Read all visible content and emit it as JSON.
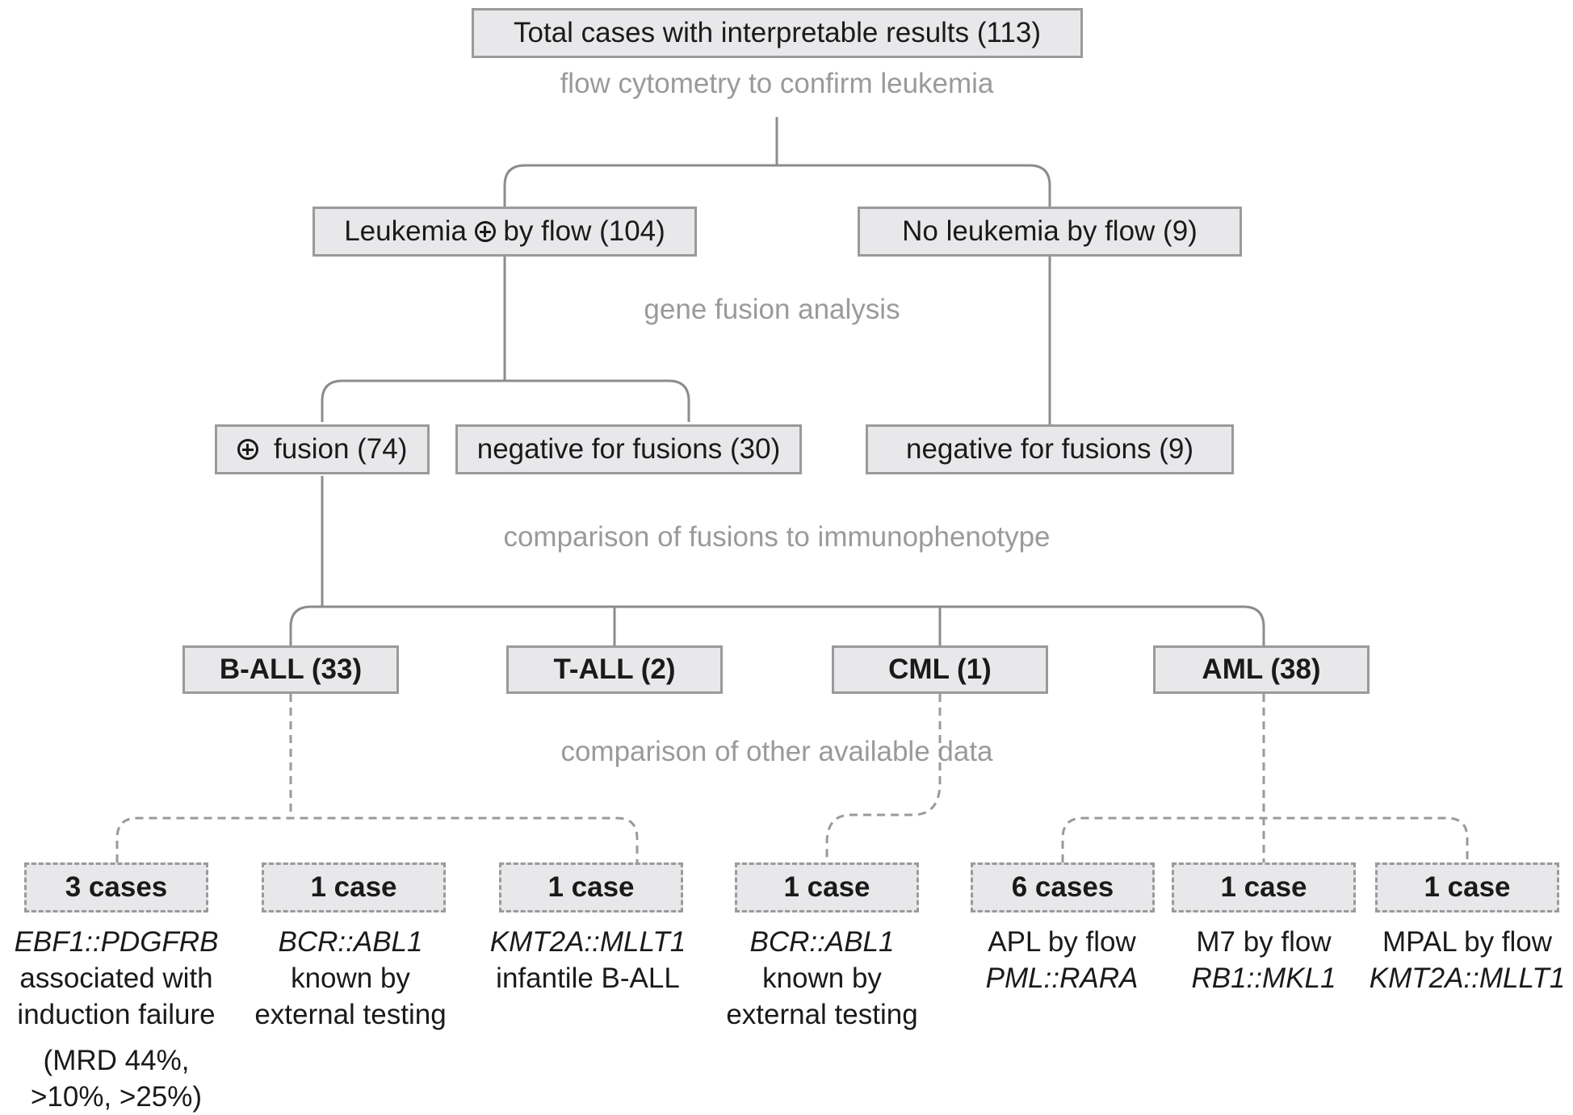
{
  "top": {
    "label": "Total cases with interpretable results (113)"
  },
  "steps": {
    "flow": "flow cytometry to confirm leukemia",
    "fusion": "gene fusion analysis",
    "immuno": "comparison of fusions to immunophenotype",
    "other": "comparison of other available data"
  },
  "level1": {
    "leukemia_pre": "Leukemia",
    "leukemia_post": "by flow (104)",
    "no_leukemia": "No leukemia by flow (9)"
  },
  "level2": {
    "fusion_post": "fusion (74)",
    "neg30": "negative for fusions (30)",
    "neg9": "negative for fusions (9)"
  },
  "level3": {
    "ball": "B-ALL (33)",
    "tall": "T-ALL (2)",
    "cml": "CML (1)",
    "aml": "AML (38)"
  },
  "level4": {
    "b1": "3 cases",
    "b2": "1 case",
    "b3": "1 case",
    "c1": "1 case",
    "a1": "6 cases",
    "a2": "1 case",
    "a3": "1 case"
  },
  "notes": {
    "b1": [
      "EBF1::PDGFRB",
      "associated with",
      "induction failure",
      "(MRD 44%,",
      ">10%, >25%)"
    ],
    "b2": [
      "BCR::ABL1",
      "known by",
      "external testing"
    ],
    "b3": [
      "KMT2A::MLLT1",
      "infantile B-ALL"
    ],
    "c1": [
      "BCR::ABL1",
      "known by",
      "external testing"
    ],
    "a1": [
      "APL by flow",
      "PML::RARA"
    ],
    "a2": [
      "M7 by flow",
      "RB1::MKL1"
    ],
    "a3": [
      "MPAL by flow",
      "KMT2A::MLLT1"
    ]
  }
}
